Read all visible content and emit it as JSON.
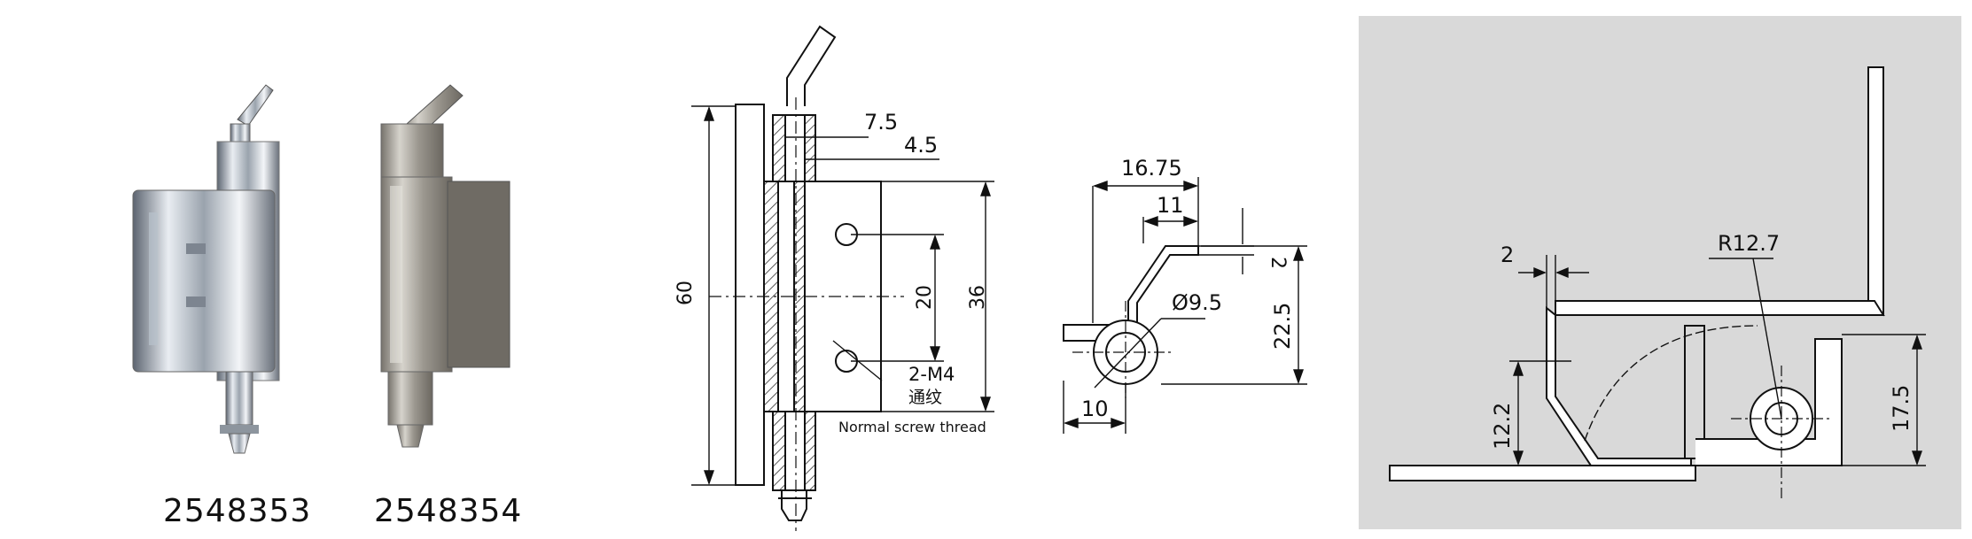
{
  "products": [
    {
      "code": "2548353"
    },
    {
      "code": "2548354"
    }
  ],
  "front_view": {
    "dim_7_5": "7.5",
    "dim_4_5": "4.5",
    "dim_60": "60",
    "dim_20": "20",
    "dim_36": "36",
    "thread_label": "2-M4",
    "thread_label_cn": "通纹",
    "thread_note": "Normal screw thread"
  },
  "side_view": {
    "dim_16_75": "16.75",
    "dim_11": "11",
    "dim_2": "2",
    "dim_dia": "Ø9.5",
    "dim_22_5": "22.5",
    "dim_10": "10"
  },
  "open_view": {
    "dim_2": "2",
    "dim_r": "R12.7",
    "dim_12_2": "12.2",
    "dim_17_5": "17.5"
  },
  "colors": {
    "panel_bg": "#d9d9d9",
    "line": "#111111",
    "hatch": "#333333"
  }
}
